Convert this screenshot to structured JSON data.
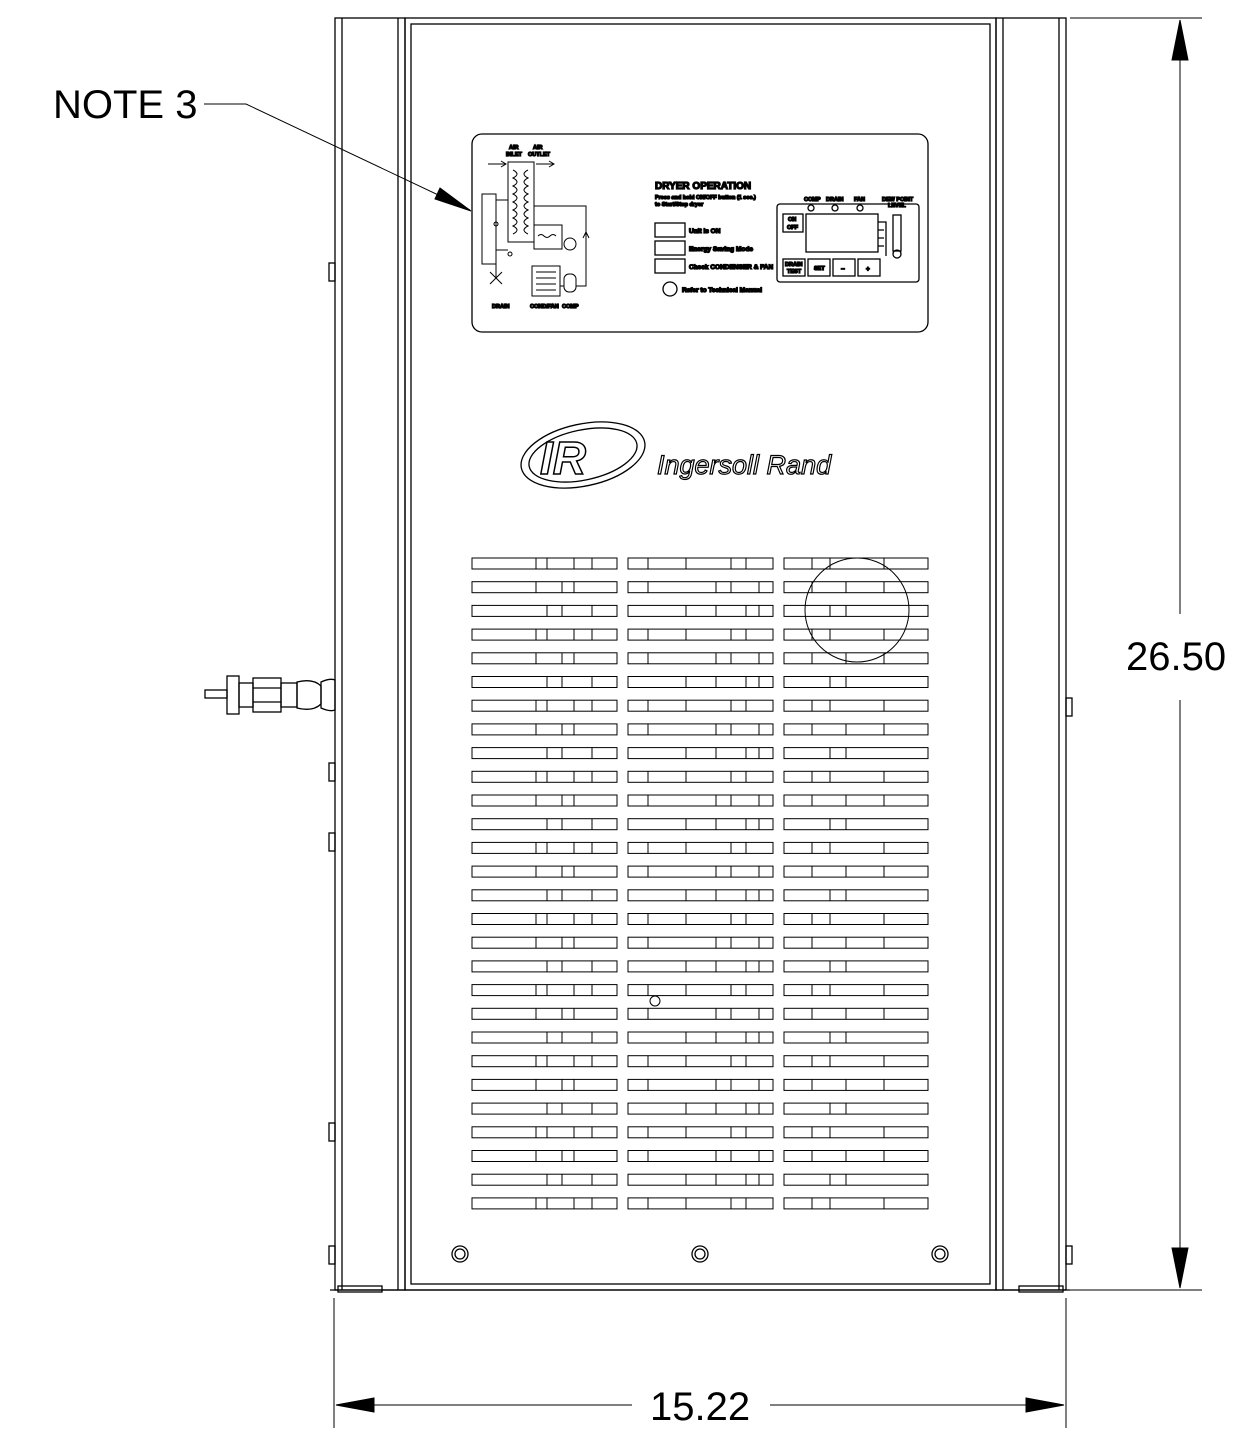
{
  "callout": {
    "note_label": "NOTE 3"
  },
  "dimensions": {
    "height": "26.50",
    "width": "15.22"
  },
  "brand": {
    "logo_text": "IR",
    "name": "Ingersoll Rand"
  },
  "control_panel": {
    "title": "DRYER OPERATION",
    "instruction_line1": "Press and hold ON/OFF button (1 sec.)",
    "instruction_line2": "to Start/Stop dryer",
    "legend": [
      "Unit is ON",
      "Energy Saving Mode",
      "Check CONDENSER & FAN"
    ],
    "manual_note": "Refer to Technical Manual",
    "indicators": [
      "COMP",
      "DRAIN",
      "FAN"
    ],
    "dew_point_line1": "DEW POINT",
    "dew_point_line2": "LEVEL",
    "on_label": "ON",
    "off_label": "OFF",
    "keys": [
      "DRAIN TEST",
      "SET",
      "−",
      "+"
    ],
    "schematic": {
      "air_inlet_line1": "AIR",
      "air_inlet_line2": "INLET",
      "air_outlet_line1": "AIR",
      "air_outlet_line2": "OUTLET",
      "drain": "DRAIN",
      "condfan": "COND/FAN",
      "comp": "COMP"
    }
  }
}
